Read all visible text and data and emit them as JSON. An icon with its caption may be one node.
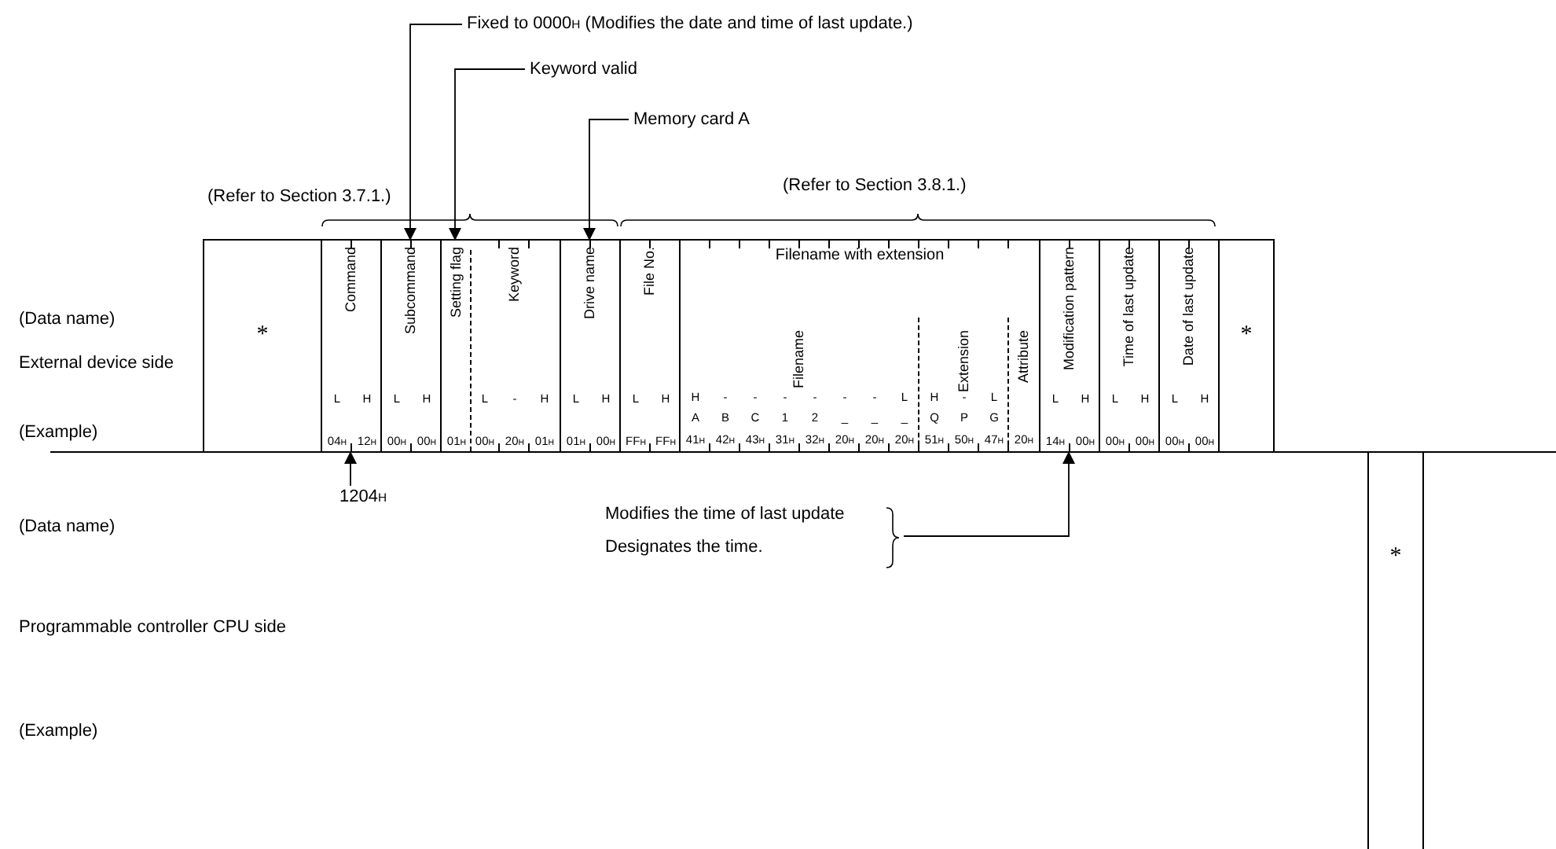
{
  "diagram": {
    "nodes": [
      {
        "text": [
          "*"
        ]
      },
      {
        "text": [
          "Command",
          "L",
          "H",
          "04$_{H}$",
          "12$_{H}$"
        ]
      },
      {
        "text": [
          "Subcommand",
          "L",
          "H",
          "00$_{H}$",
          "00$_{H}$"
        ]
      },
      {
        "text": [
          "Setting flag",
          "01$_{H}$"
        ]
      },
      {
        "text": [
          "Keyword",
          "L",
          "-",
          "H",
          "00$_{H}$",
          "20$_{H}$",
          "01$_{H}$"
        ]
      },
      {
        "text": [
          "Drive name",
          "L",
          "H",
          "01$_{H}$",
          "00$_{H}$"
        ]
      },
      {
        "text": [
          "File No.",
          "L",
          "H",
          "FF$_{H}$",
          "FF$_{H}$"
        ]
      },
      {
        "text": [
          "Filename with extension"
        ]
      },
      {
        "text": [
          "Filename",
          "H",
          "-",
          "-",
          "-",
          "-",
          "-",
          "-",
          "L",
          "A",
          "B",
          "C",
          "1",
          "2",
          "_",
          "_",
          "_",
          "41$_{H}$",
          "42$_{H}$",
          "43$_{H}$",
          "31$_{H}$",
          "32$_{H}$",
          "20$_{H}$",
          "20$_{H}$",
          "20$_{H}$"
        ],
        "in": 7
      },
      {
        "text": [
          "Extension",
          "H",
          "-",
          "L",
          "Q",
          "P",
          "G",
          "51$_{H}$",
          "50$_{H}$",
          "47$_{H}$"
        ],
        "in": 7
      },
      {
        "text": [
          "Attribute",
          "20$_{H}$"
        ],
        "in": 7
      },
      {
        "text": [
          "Modification pattern",
          "L",
          "H",
          "14$_{H}$",
          "00$_{H}$"
        ]
      },
      {
        "text": [
          "Time of last update",
          "L",
          "H",
          "00$_{H}$",
          "00$_{H}$"
        ]
      },
      {
        "text": [
          "Date of last update",
          "L",
          "H",
          "00$_{H}$",
          "00$_{H}$"
        ]
      },
      {
        "text": [
          "*"
        ]
      },
      {
        "text": [
          "*"
        ]
      },
      {
        "text": [
          "Fixed to 0000$_{H}$ (Modifies the date and time of last update.)"
        ]
      },
      {
        "text": [
          "Keyword valid"
        ]
      },
      {
        "text": [
          "Memory card A"
        ]
      },
      {
        "text": [
          "1204$_{H}$"
        ]
      },
      {
        "text": [
          "Modifies the time of last update",
          "Designates the time."
        ]
      }
    ],
    "edges": [
      {
        "from": 16,
        "to": 2,
        "arrow": "to"
      },
      {
        "from": 17,
        "to": 3,
        "arrow": "to"
      },
      {
        "from": 18,
        "to": 5,
        "arrow": "to"
      },
      {
        "from": 19,
        "to": 1,
        "arrow": "to"
      },
      {
        "from": 20,
        "to": 11,
        "arrow": "to"
      }
    ],
    "labels": [
      "(Refer to Section 3.7.1.)",
      "(Refer to Section 3.8.1.)",
      "(Data name)",
      "External device side",
      "(Example)",
      "(Data name)",
      "Programmable controller CPU side",
      "(Example)"
    ]
  }
}
